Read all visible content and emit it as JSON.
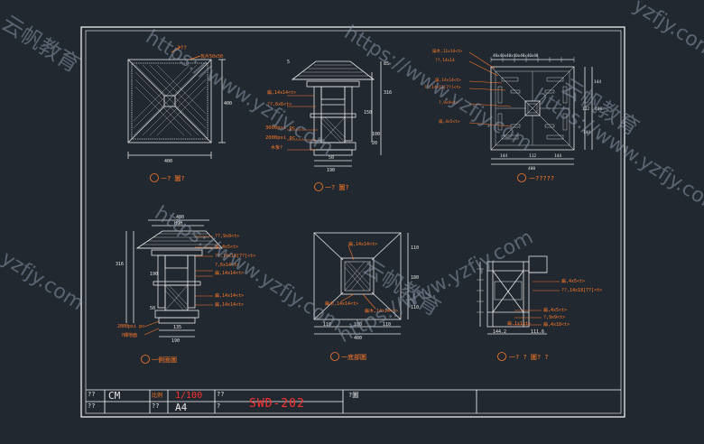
{
  "colors": {
    "background": "#212830",
    "frame": "#ffffff",
    "annotation": "#ff7a2a",
    "dimension": "#e8e8e8",
    "title_red": "#ff3030",
    "watermark": "#8a96a8"
  },
  "views": {
    "roof_plan": {
      "note_top": "???",
      "note_tile": "瓦片50x50",
      "dim_width": "400",
      "dim_height": "400",
      "title": "一? 圖?"
    },
    "front_elev": {
      "dim_top": "5",
      "dim_height": "316",
      "dim_a": "85",
      "dim_b": "150",
      "dim_c": "100",
      "dim_d": "20",
      "dim_base1": "50",
      "dim_base2": "190",
      "note1": "扁,14x14<t>",
      "note2": "??,6x6<t>",
      "note3": "3000psi pc...",
      "note4": "2000psi pc...",
      "note5": "木板?",
      "title": "一? 圖?"
    },
    "top_plan": {
      "note1": "扁木,11x14<t>",
      "note2": "??,14x14",
      "note3": "扁,14x14<t>",
      "note4": "??,14x12[7?]<t>",
      "note5": "?,9x9<t>",
      "note6": "扁,4x5<t>",
      "dim_top": "40x40x40x40x40x40x40",
      "dim_right_top": "144",
      "dim_right_mid": "112",
      "dim_right_mid2": "400",
      "dim_right_bot": "144",
      "dim_bot1": "144",
      "dim_bot2": "112",
      "dim_bot3": "144",
      "dim_bot_total": "400",
      "title": "一?????"
    },
    "side_elev": {
      "dim_480": "480",
      "dim_h": "H9H",
      "dim_316": "316",
      "dim_190": "190",
      "dim_50": "50",
      "note1": "??,9x9<t>",
      "note2": "扁,4x5<t>",
      "note3": "??,14x18[7?]<t>",
      "note4": "?,6x14<t>",
      "note5": "扁,14x14<t>",
      "note6": "扁,14x14<t>",
      "note7": "扁,14x14<t>",
      "note8": "2000psi pc",
      "note9": "?磚地面",
      "dim_bot1": "135",
      "dim_bot2": "190",
      "title": "一側面圖"
    },
    "base_plan": {
      "note1": "扁,14x14<t>",
      "note2": "扁木,14x14<t>",
      "note3": "扁木,14x14<t>",
      "dim_110a": "110",
      "dim_180": "180",
      "dim_110b": "110",
      "dim_110c": "110",
      "dim_180b": "180",
      "dim_110d": "110",
      "dim_400": "400",
      "title": "一底部圖"
    },
    "detail": {
      "note1": "扁,4x5<t>",
      "note2": "??,14x18[7?]<t>",
      "note3": "扁,4x5<t>",
      "note4": "?,9x9<t>",
      "note5": "扁,4x18<t>",
      "note6": "扁,1x1<t>",
      "dim_144": "144.2",
      "dim_111": "111.6",
      "title": "一? ? 圖? ?"
    }
  },
  "title_block": {
    "cell_a": "??",
    "cell_cm": "CM",
    "cell_b": "比例",
    "scale": "1/100",
    "cell_c": "??",
    "cell_d": "??",
    "cell_e": "??",
    "size": "A4",
    "drawing_no": "SWD-202",
    "cell_f": "?",
    "cell_g": "?圖"
  },
  "watermarks": [
    "https://www.yzfjy.com",
    "云帆教育",
    "yzfjy.com"
  ]
}
